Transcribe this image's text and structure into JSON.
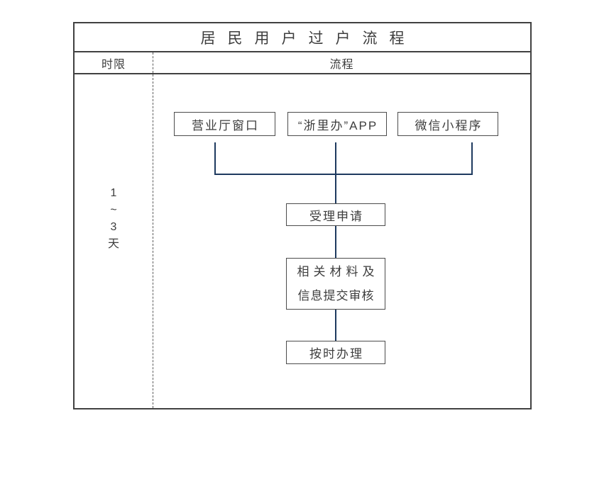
{
  "title": "居民用户过户流程",
  "header": {
    "col_time": "时限",
    "col_process": "流程"
  },
  "time_limit": {
    "lines": [
      "1",
      "~",
      "3",
      "天"
    ]
  },
  "flow": {
    "channels": [
      {
        "label": "营业厅窗口"
      },
      {
        "label": "“浙里办”APP"
      },
      {
        "label": "微信小程序"
      }
    ],
    "steps": [
      {
        "label": "受理申请"
      },
      {
        "line1": "相关材料及",
        "line2": "信息提交审核"
      },
      {
        "label": "按时办理"
      }
    ]
  },
  "colors": {
    "frame_border": "#414141",
    "box_border": "#4c4c4c",
    "connector_line": "#1e3a5f",
    "text": "#3d3d3d",
    "background": "#ffffff"
  }
}
